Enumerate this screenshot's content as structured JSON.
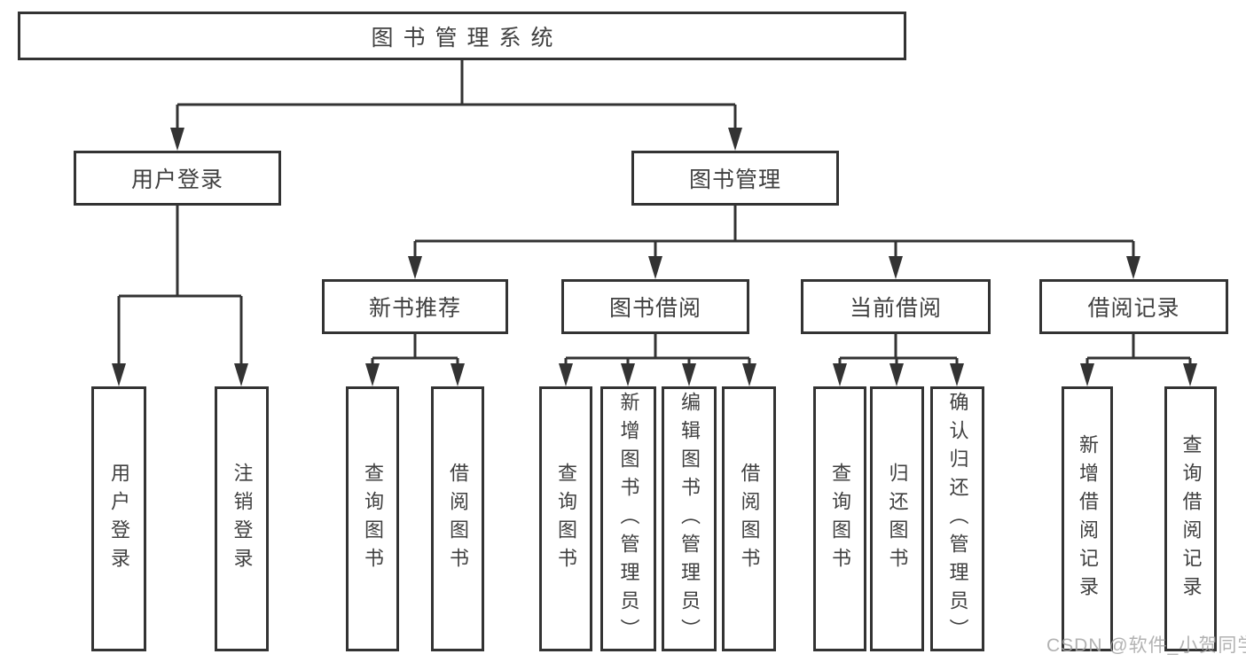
{
  "tree": {
    "label": "图书管理系统",
    "children": [
      {
        "label": "用户登录",
        "children": [
          {
            "label": "用户登录"
          },
          {
            "label": "注销登录"
          }
        ]
      },
      {
        "label": "图书管理",
        "children": [
          {
            "label": "新书推荐",
            "children": [
              {
                "label": "查询图书"
              },
              {
                "label": "借阅图书"
              }
            ]
          },
          {
            "label": "图书借阅",
            "children": [
              {
                "label": "查询图书"
              },
              {
                "label": "新增图书（管理员）"
              },
              {
                "label": "编辑图书（管理员）"
              },
              {
                "label": "借阅图书"
              }
            ]
          },
          {
            "label": "当前借阅",
            "children": [
              {
                "label": "查询图书"
              },
              {
                "label": "归还图书"
              },
              {
                "label": "确认归还（管理员）"
              }
            ]
          },
          {
            "label": "借阅记录",
            "children": [
              {
                "label": "新增借阅记录"
              },
              {
                "label": "查询借阅记录"
              }
            ]
          }
        ]
      }
    ]
  },
  "watermark": {
    "text": "CSDN @软件_小贺同学"
  },
  "colors": {
    "line": "#333333",
    "box_border": "#333333",
    "text": "#404040",
    "watermark": "#a5a5a5",
    "background": "#ffffff"
  }
}
